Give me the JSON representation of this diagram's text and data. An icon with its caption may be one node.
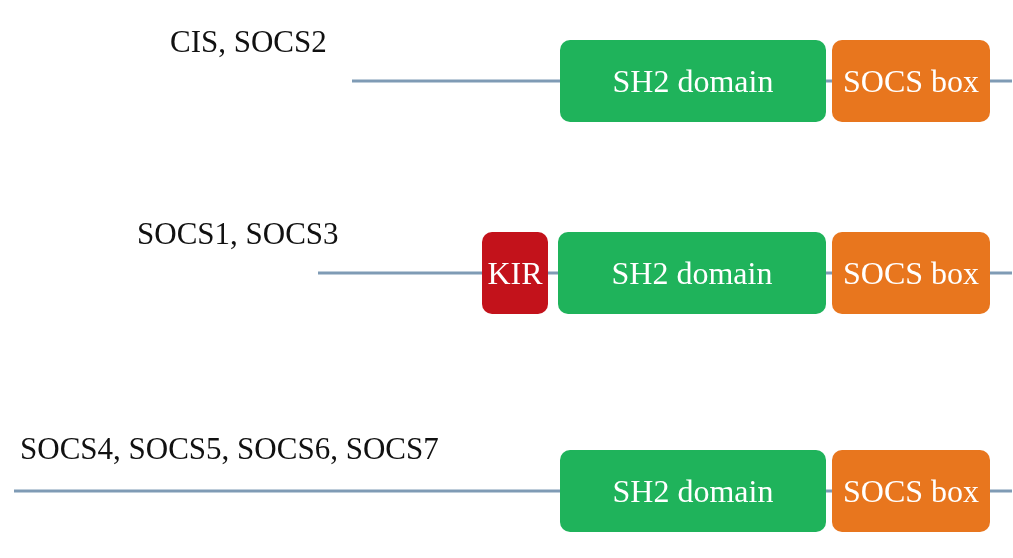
{
  "diagram": {
    "nodes": [
      {
        "text": [
          "SH2 domain"
        ]
      },
      {
        "text": [
          "SOCS box"
        ]
      },
      {
        "text": [
          "KIR"
        ]
      },
      {
        "text": [
          "SH2 domain"
        ]
      },
      {
        "text": [
          "SOCS box"
        ]
      },
      {
        "text": [
          "SH2 domain"
        ]
      },
      {
        "text": [
          "SOCS box"
        ]
      }
    ],
    "edges": [
      {
        "from": null,
        "to": 0,
        "arrow": "none"
      },
      {
        "from": 0,
        "to": 1,
        "arrow": "none"
      },
      {
        "from": 1,
        "to": null,
        "arrow": "none"
      },
      {
        "from": null,
        "to": 2,
        "arrow": "none"
      },
      {
        "from": 2,
        "to": 3,
        "arrow": "none"
      },
      {
        "from": 3,
        "to": 4,
        "arrow": "none"
      },
      {
        "from": 4,
        "to": null,
        "arrow": "none"
      },
      {
        "from": null,
        "to": 5,
        "arrow": "none"
      },
      {
        "from": 5,
        "to": 6,
        "arrow": "none"
      },
      {
        "from": 6,
        "to": null,
        "arrow": "none"
      }
    ],
    "labels": [
      "CIS, SOCS2",
      "SOCS1, SOCS3",
      "SOCS4, SOCS5, SOCS6, SOCS7"
    ]
  }
}
